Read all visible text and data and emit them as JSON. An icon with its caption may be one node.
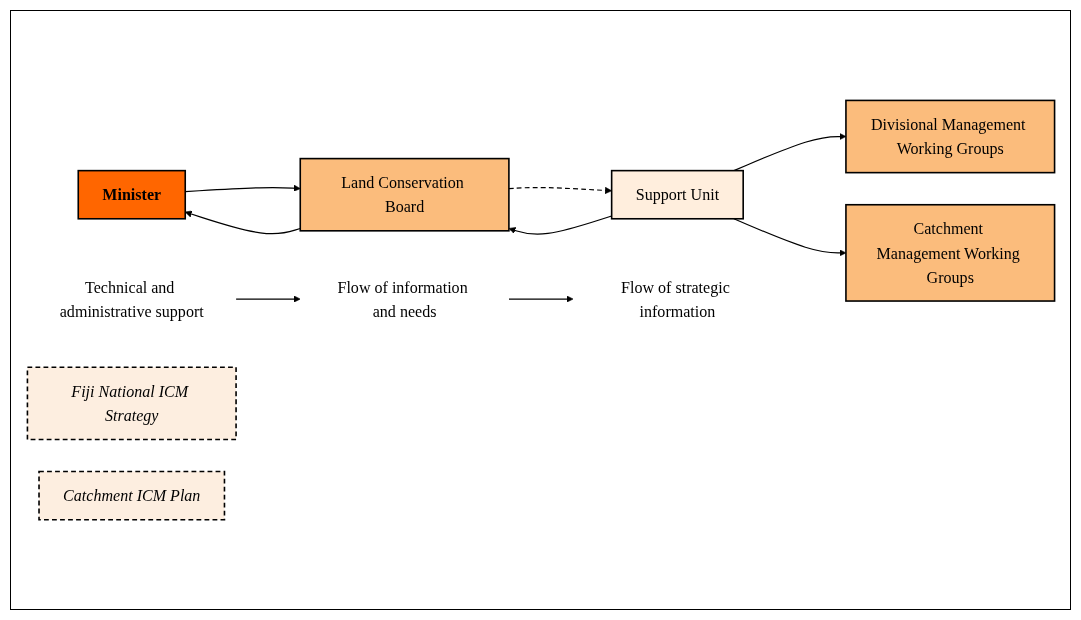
{
  "diagram": {
    "nodes": [
      {
        "text": [
          "Minister"
        ]
      },
      {
        "text": [
          "Land Conservation Board"
        ]
      },
      {
        "text": [
          "Fiji National ICM Strategy"
        ]
      },
      {
        "text": [
          "Support Unit"
        ]
      },
      {
        "text": [
          "Divisional Management Working Groups"
        ]
      },
      {
        "text": [
          "Catchment Management Working Groups"
        ]
      },
      {
        "text": [
          "Catchment ICM Plan"
        ]
      },
      {
        "text": [
          "Technical and administrative support"
        ]
      },
      {
        "text": [
          "Flow of information and needs"
        ]
      },
      {
        "text": [
          "Flow of strategic information"
        ]
      }
    ],
    "edges": [
      {
        "from": 1,
        "to": 0,
        "arrow": "to"
      },
      {
        "from": 0,
        "to": 1,
        "arrow": "to"
      },
      {
        "from": 1,
        "to": 3,
        "arrow": "to",
        "style": "dashed"
      },
      {
        "from": 3,
        "to": 1,
        "arrow": "to"
      },
      {
        "from": 3,
        "to": 4,
        "arrow": "to"
      },
      {
        "from": 3,
        "to": 5,
        "arrow": "to"
      },
      {
        "from": 7,
        "to": 8,
        "arrow": "to"
      },
      {
        "from": 8,
        "to": 9,
        "arrow": "to"
      }
    ]
  }
}
